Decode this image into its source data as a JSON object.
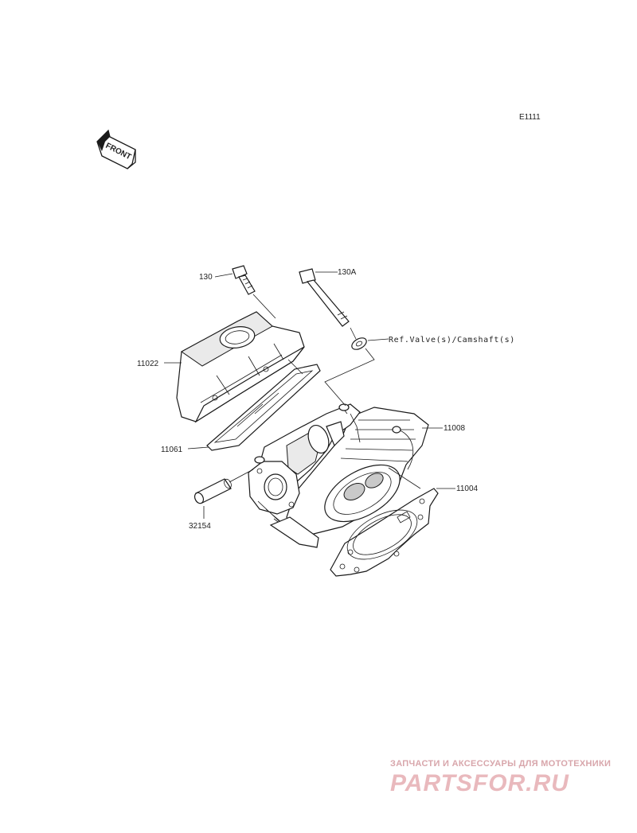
{
  "diagram": {
    "code": "E1111",
    "front_badge": "FRONT",
    "reference_note": "Ref.Valve(s)/Camshaft(s)",
    "callouts": {
      "bolt_short": "130",
      "bolt_long": "130A",
      "head_cover": "11022",
      "cover_gasket": "11061",
      "cylinder_head": "11008",
      "head_gasket": "11004",
      "sleeve": "32154"
    }
  },
  "watermark": {
    "tagline": "ЗАПЧАСТИ И АКСЕССУАРЫ ДЛЯ МОТОТЕХНИКИ",
    "logo": "PARTSFOR.RU"
  }
}
